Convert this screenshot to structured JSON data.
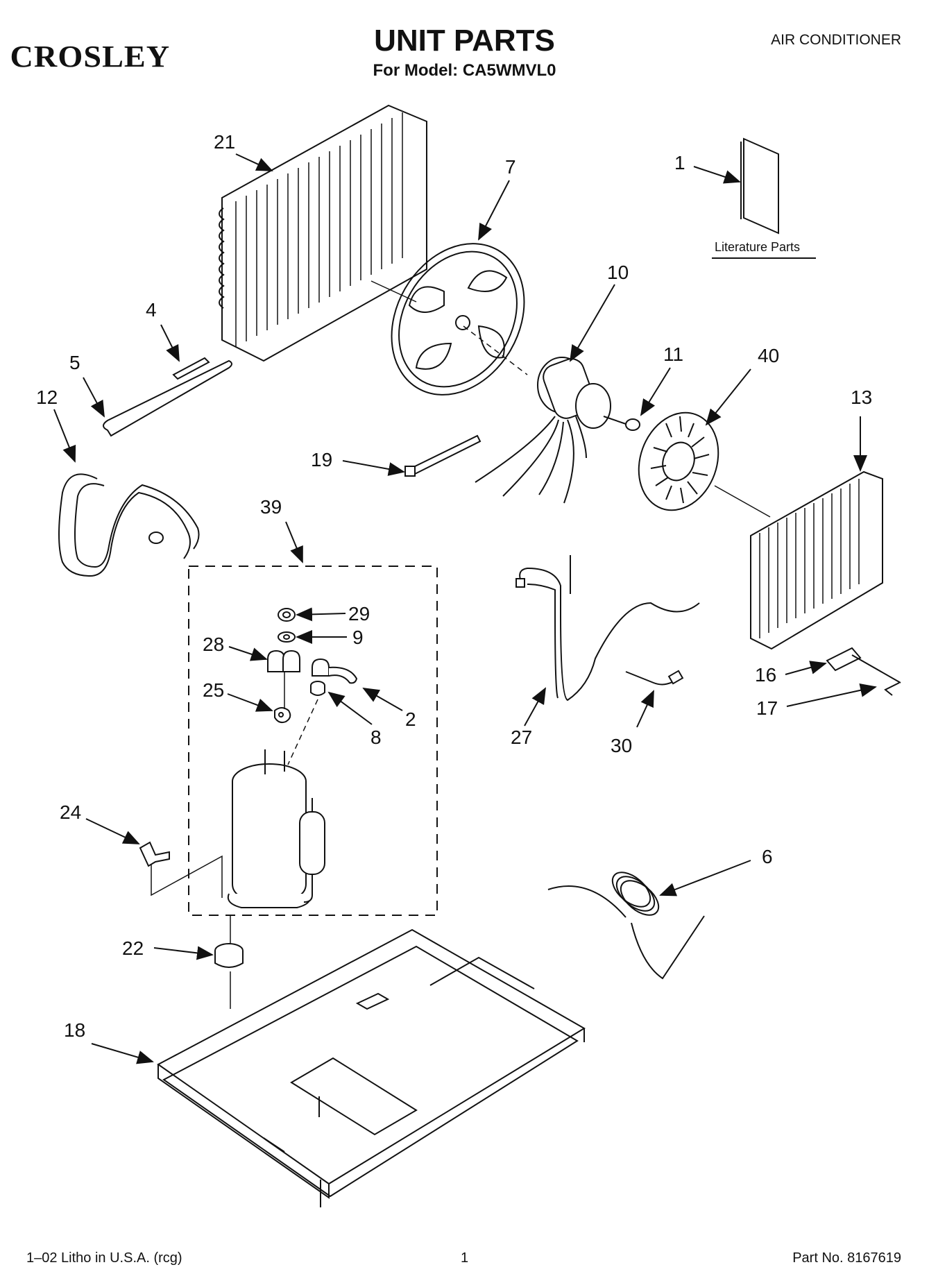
{
  "header": {
    "brand": "CROSLEY",
    "title": "UNIT PARTS",
    "model_line": "For Model: CA5WMVL0",
    "category": "AIR CONDITIONER"
  },
  "diagram": {
    "literature_label": "Literature Parts",
    "callouts": {
      "c1": "1",
      "c2": "2",
      "c4": "4",
      "c5": "5",
      "c6": "6",
      "c7": "7",
      "c8": "8",
      "c9": "9",
      "c10": "10",
      "c11": "11",
      "c12": "12",
      "c13": "13",
      "c16": "16",
      "c17": "17",
      "c18": "18",
      "c19": "19",
      "c21": "21",
      "c22": "22",
      "c24": "24",
      "c25": "25",
      "c27": "27",
      "c28": "28",
      "c29": "29",
      "c30": "30",
      "c39": "39",
      "c40": "40"
    }
  },
  "footer": {
    "left": "1–02 Litho in U.S.A. (rcg)",
    "page": "1",
    "part_no": "Part No. 8167619"
  }
}
